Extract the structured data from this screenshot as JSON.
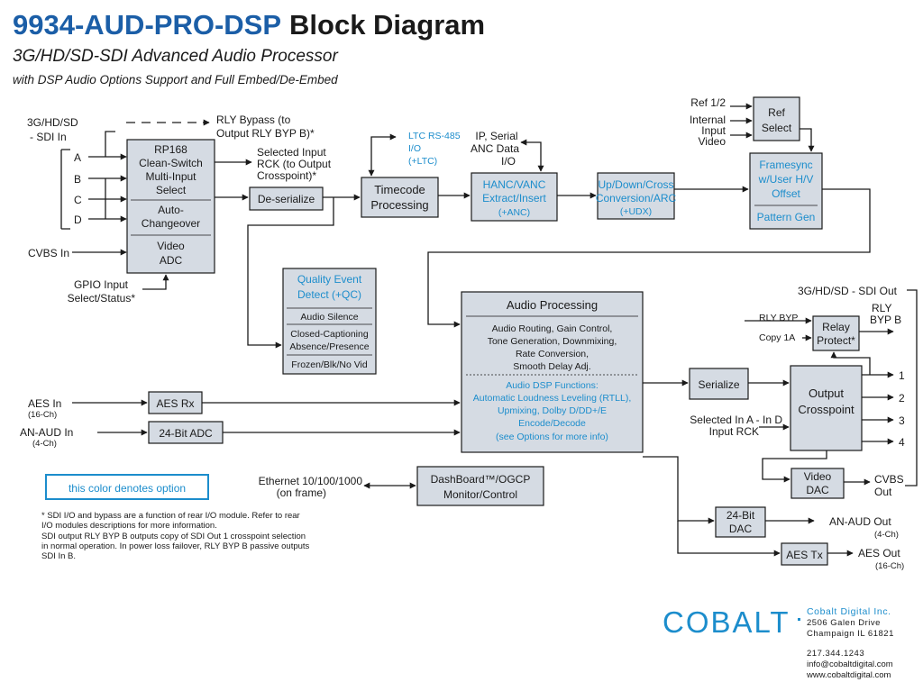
{
  "title": {
    "model": "9934-AUD-PRO-DSP",
    "suffix": "Block Diagram",
    "subtitle": "3G/HD/SD-SDI Advanced Audio Processor",
    "tagline": "with DSP Audio Options Support and Full Embed/De-Embed"
  },
  "colors": {
    "option_blue": "#1c8dcc",
    "block_fill": "#d5dbe3",
    "title_blue": "#1b5ea7"
  },
  "inputs": {
    "sdi_in": [
      "3G/HD/SD",
      "- SDI In"
    ],
    "ports": [
      "A",
      "B",
      "C",
      "D"
    ],
    "cvbs_in": "CVBS In",
    "gpio": [
      "GPIO Input",
      "Select/Status*"
    ],
    "aes_in": "AES In",
    "aes_in_ch": "(16-Ch)",
    "an_aud_in": "AN-AUD In",
    "an_aud_in_ch": "(4-Ch)"
  },
  "labels": {
    "rly_bypass": [
      "RLY Bypass (to",
      "Output RLY BYP B)*"
    ],
    "selected_input_rck": [
      "Selected Input",
      "RCK (to Output",
      "Crosspoint)*"
    ],
    "ltc": [
      "LTC RS-485",
      "I/O",
      "(+LTC)"
    ],
    "ip_serial": [
      "IP, Serial",
      "ANC Data",
      "I/O"
    ],
    "ref_1_2": "Ref 1/2",
    "internal_input_video": [
      "Internal",
      "Input",
      "Video"
    ],
    "sdi_out": "3G/HD/SD - SDI Out",
    "rly_byp_b": [
      "RLY",
      "BYP B"
    ],
    "rly_byp": "RLY BYP",
    "copy_1a": "Copy 1A",
    "outputs": [
      "1",
      "2",
      "3",
      "4"
    ],
    "selected_in_rck": [
      "Selected In A - In D",
      "Input RCK"
    ],
    "cvbs_out": [
      "CVBS",
      "Out"
    ],
    "an_aud_out": "AN-AUD Out",
    "an_aud_out_ch": "(4-Ch)",
    "aes_out": "AES Out",
    "aes_out_ch": "(16-Ch)",
    "ethernet": [
      "Ethernet 10/100/1000",
      "(on frame)"
    ],
    "option_legend": "this color denotes option"
  },
  "blocks": {
    "rp168": [
      "RP168",
      "Clean-Switch",
      "Multi-Input",
      "Select"
    ],
    "auto_changeover": [
      "Auto-",
      "Changeover"
    ],
    "video_adc": [
      "Video",
      "ADC"
    ],
    "deserialize": "De-serialize",
    "timecode": [
      "Timecode",
      "Processing"
    ],
    "hanc_vanc": [
      "HANC/VANC",
      "Extract/Insert",
      "(+ANC)"
    ],
    "updown": [
      "Up/Down/Cross",
      "Conversion/ARC",
      "(+UDX)"
    ],
    "ref_select": [
      "Ref",
      "Select"
    ],
    "framesync": [
      "Framesync",
      "w/User H/V",
      "Offset"
    ],
    "pattern_gen": "Pattern Gen",
    "quality_event": [
      "Quality Event",
      "Detect (+QC)"
    ],
    "audio_silence": "Audio Silence",
    "closed_captioning": [
      "Closed-Captioning",
      "Absence/Presence"
    ],
    "frozen": "Frozen/Blk/No Vid",
    "audio_processing": "Audio Processing",
    "audio_processing_desc": [
      "Audio Routing, Gain Control,",
      "Tone Generation, Downmixing,",
      "Rate Conversion,",
      "Smooth Delay Adj."
    ],
    "audio_dsp": [
      "Audio DSP Functions:",
      "Automatic Loudness Leveling (RTLL),",
      "Upmixing, Dolby D/DD+/E",
      "Encode/Decode",
      "(see Options for more info)"
    ],
    "aes_rx": "AES Rx",
    "adc_24bit": "24-Bit ADC",
    "serialize": "Serialize",
    "output_crosspoint": [
      "Output",
      "Crosspoint"
    ],
    "relay_protect": [
      "Relay",
      "Protect*"
    ],
    "video_dac": [
      "Video",
      "DAC"
    ],
    "dac_24bit": [
      "24-Bit",
      "DAC"
    ],
    "aes_tx": "AES Tx",
    "dashboard": [
      "DashBoard™/OGCP",
      "Monitor/Control"
    ]
  },
  "notes": [
    "*  SDI I/O and bypass are a function of rear I/O module. Refer to rear",
    "   I/O modules descriptions for more information.",
    "   SDI output RLY BYP B outputs copy of SDI Out 1 crosspoint selection",
    "   in normal operation. In power loss failover, RLY BYP B passive outputs",
    "   SDI In B."
  ],
  "company": {
    "logo": "COBALT",
    "name": "Cobalt Digital Inc.",
    "address": [
      "2506 Galen Drive",
      "Champaign IL 61821"
    ],
    "phone": "217.344.1243",
    "email": "info@cobaltdigital.com",
    "web": "www.cobaltdigital.com"
  }
}
